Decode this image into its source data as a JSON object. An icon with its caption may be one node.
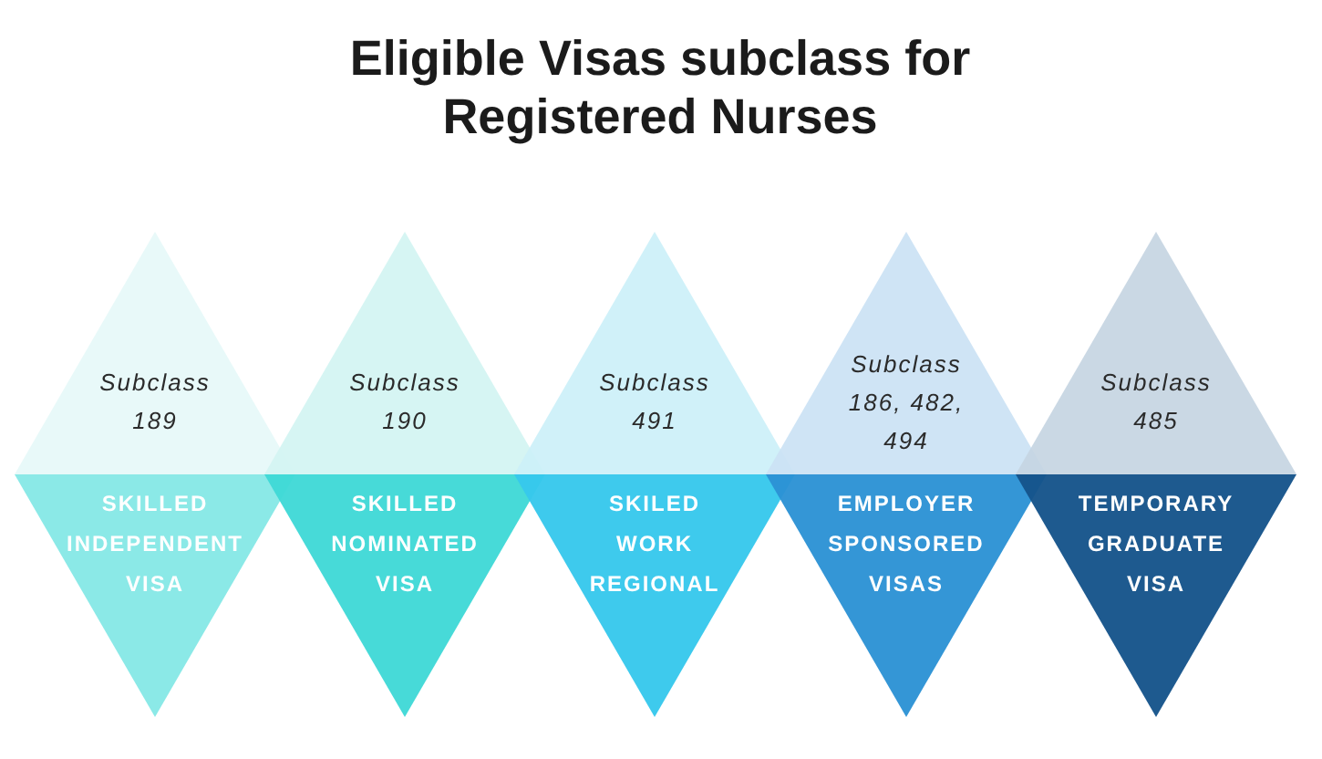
{
  "diagram": {
    "title": "Eligible Visas subclass for Registered Nurses",
    "nodes": [
      {
        "text": [
          "Subclass 189",
          "SKILLED INDEPENDENT VISA"
        ]
      },
      {
        "text": [
          "Subclass 190",
          "SKILLED NOMINATED VISA"
        ]
      },
      {
        "text": [
          "Subclass 491",
          "SKILED WORK REGIONAL"
        ]
      },
      {
        "text": [
          "Subclass 186, 482, 494",
          "EMPLOYER SPONSORED VISAS"
        ]
      },
      {
        "text": [
          "Subclass 485",
          "TEMPORARY GRADUATE VISA"
        ]
      }
    ]
  }
}
